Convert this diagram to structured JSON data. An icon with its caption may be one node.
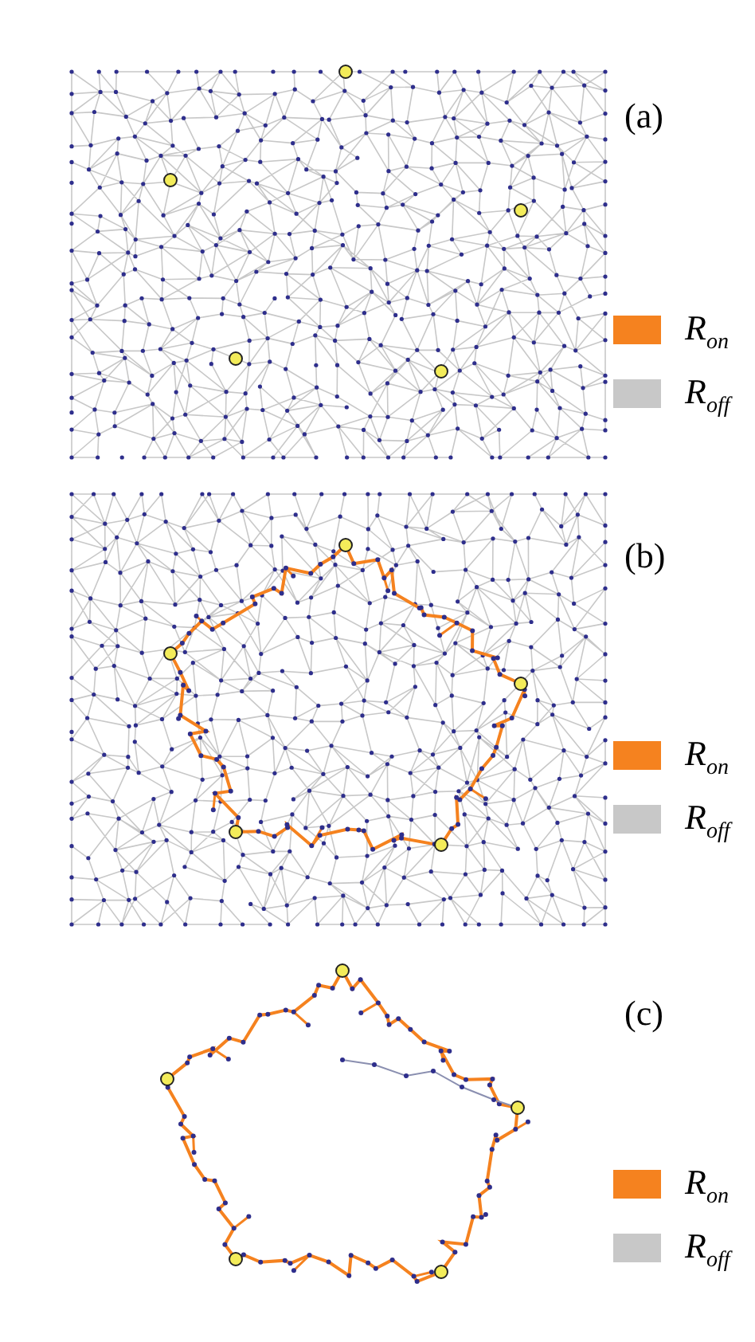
{
  "diagram": {
    "labels": [
      "(a)",
      "(b)",
      "(c)"
    ],
    "legend": [
      {
        "text": "R$_{on}$",
        "color": "#f5821f"
      },
      {
        "text": "R$_{off}$",
        "color": "#c8c8c8"
      },
      {
        "text": "R$_{on}$",
        "color": "#f5821f"
      },
      {
        "text": "R$_{off}$",
        "color": "#c8c8c8"
      },
      {
        "text": "R$_{on}$",
        "color": "#f5821f"
      },
      {
        "text": "R$_{off}$",
        "color": "#c8c8c8"
      }
    ]
  }
}
